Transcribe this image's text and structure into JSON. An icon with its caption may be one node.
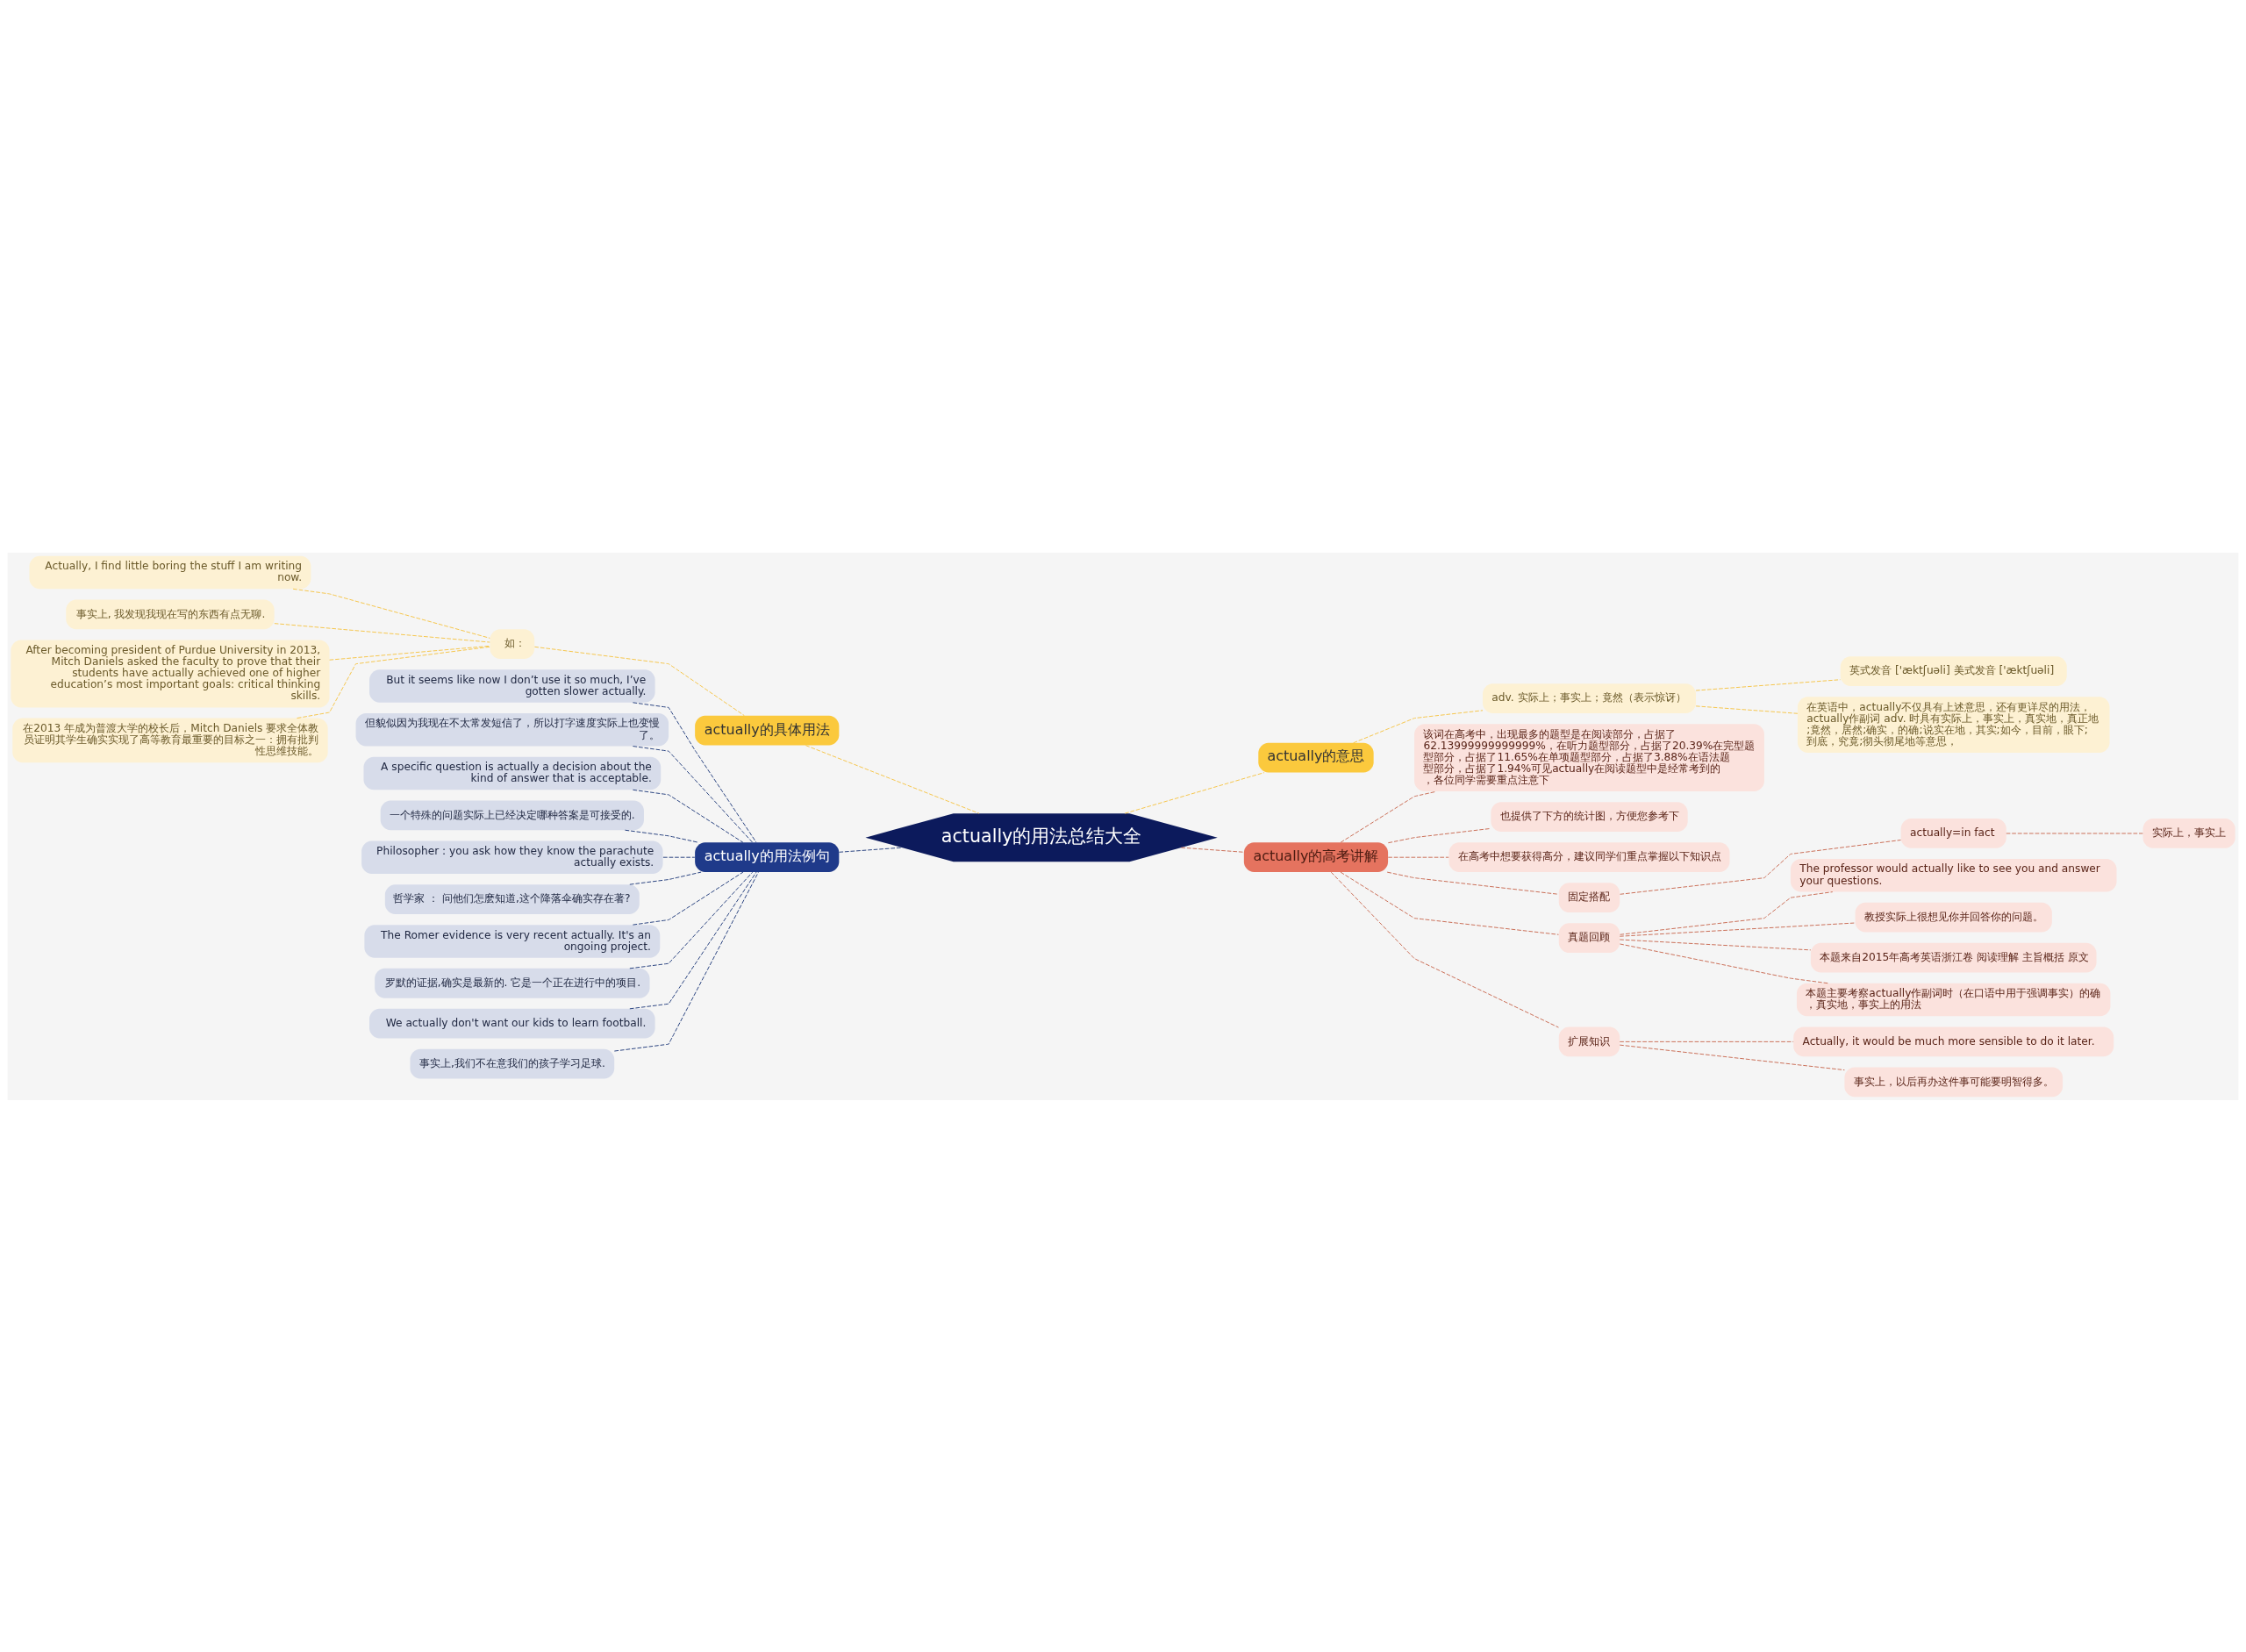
{
  "diagram": {
    "nodes": [
      {
        "text": [
          "actually的用法总结大全"
        ]
      },
      {
        "text": [
          "actually的具体用法"
        ]
      },
      {
        "text": [
          "如："
        ]
      },
      {
        "text": [
          "Actually, I find little boring the stuff I am writing now."
        ]
      },
      {
        "text": [
          "事实上, 我发现我现在写的东西有点无聊."
        ]
      },
      {
        "text": [
          "After becoming president of Purdue University in 2013, Mitch Daniels asked the faculty to prove that their students have actually achieved one of higher education’s most important goals: critical thinking skills."
        ]
      },
      {
        "text": [
          "在2013 年成为普渡大学的校长后，Mitch Daniels 要求全体教员证明其学生确实实现了高等教育最重要的目标之一：拥有批判性思维技能。"
        ]
      },
      {
        "text": [
          "actually的用法例句"
        ]
      },
      {
        "text": [
          "But it seems like now I don’t use it so much, I’ve gotten slower actually."
        ]
      },
      {
        "text": [
          "但貌似因为我现在不太常发短信了，所以打字速度实际上也变慢了。"
        ]
      },
      {
        "text": [
          "A specific question is actually a decision about the kind of answer that is acceptable."
        ]
      },
      {
        "text": [
          "一个特殊的问题实际上已经决定哪种答案是可接受的."
        ]
      },
      {
        "text": [
          "Philosopher : you ask how they know the parachute actually exists."
        ]
      },
      {
        "text": [
          "哲学家 ： 问他们怎麽知道,这个降落伞确实存在著?"
        ]
      },
      {
        "text": [
          "The Romer evidence is very recent actually. It's an ongoing project."
        ]
      },
      {
        "text": [
          "罗默的证据,确实是最新的. 它是一个正在进行中的项目."
        ]
      },
      {
        "text": [
          "We actually don't want our kids to learn football."
        ]
      },
      {
        "text": [
          "事实上,我们不在意我们的孩子学习足球."
        ]
      },
      {
        "text": [
          "actually的意思"
        ]
      },
      {
        "text": [
          "adv. 实际上；事实上；竟然（表示惊讶）"
        ]
      },
      {
        "text": [
          "英式发音 ['æktʃuəli] 美式发音 ['æktʃuəli]"
        ]
      },
      {
        "text": [
          "在英语中，actually不仅具有上述意思，还有更详尽的用法，actually作副词 adv. 时具有实际上，事实上，真实地，真正地;竟然，居然;确实，的确;说实在地，其实;如今，目前，眼下;到底，究竟;彻头彻尾地等意思，"
        ]
      },
      {
        "text": [
          "actually的高考讲解"
        ]
      },
      {
        "text": [
          "该词在高考中，出现最多的题型是在阅读部分，占据了62.13999999999999%，在听力题型部分，占据了20.39%在完型题型部分，占据了11.65%在单项题型部分，占据了3.88%在语法题型部分，占据了1.94%可见actually在阅读题型中是经常考到的，各位同学需要重点注意下"
        ]
      },
      {
        "text": [
          "也提供了下方的统计图，方便您参考下"
        ]
      },
      {
        "text": [
          "在高考中想要获得高分，建议同学们重点掌握以下知识点"
        ]
      },
      {
        "text": [
          "固定搭配"
        ]
      },
      {
        "text": [
          "actually=in fact"
        ]
      },
      {
        "text": [
          "实际上，事实上"
        ]
      },
      {
        "text": [
          "真题回顾"
        ]
      },
      {
        "text": [
          "The professor would actually like to see you and answer your questions."
        ]
      },
      {
        "text": [
          "教授实际上很想见你并回答你的问题。"
        ]
      },
      {
        "text": [
          "本题来自2015年高考英语浙江卷 阅读理解 主旨概括 原文"
        ]
      },
      {
        "text": [
          "本题主要考察actually作副词时（在口语中用于强调事实）的确，真实地，事实上的用法"
        ]
      },
      {
        "text": [
          "扩展知识"
        ]
      },
      {
        "text": [
          "Actually, it would be much more sensible to do it later."
        ]
      },
      {
        "text": [
          "事实上，以后再办这件事可能要明智得多。"
        ]
      }
    ],
    "edges": [
      {
        "from": 0,
        "to": 1,
        "arrow": "none",
        "style": "dashed",
        "color": "#f5c343"
      },
      {
        "from": 1,
        "to": 2,
        "arrow": "none",
        "style": "dashed",
        "color": "#f5c343"
      },
      {
        "from": 2,
        "to": 3,
        "arrow": "none",
        "style": "dashed",
        "color": "#f5c343"
      },
      {
        "from": 2,
        "to": 4,
        "arrow": "none",
        "style": "dashed",
        "color": "#f5c343"
      },
      {
        "from": 2,
        "to": 5,
        "arrow": "none",
        "style": "dashed",
        "color": "#f5c343"
      },
      {
        "from": 2,
        "to": 6,
        "arrow": "none",
        "style": "dashed",
        "color": "#f5c343"
      },
      {
        "from": 0,
        "to": 7,
        "arrow": "none",
        "style": "dashed",
        "color": "#1f3a7a"
      },
      {
        "from": 7,
        "to": 8,
        "arrow": "none",
        "style": "dashed",
        "color": "#1f3a7a"
      },
      {
        "from": 7,
        "to": 9,
        "arrow": "none",
        "style": "dashed",
        "color": "#1f3a7a"
      },
      {
        "from": 7,
        "to": 10,
        "arrow": "none",
        "style": "dashed",
        "color": "#1f3a7a"
      },
      {
        "from": 7,
        "to": 11,
        "arrow": "none",
        "style": "dashed",
        "color": "#1f3a7a"
      },
      {
        "from": 7,
        "to": 12,
        "arrow": "none",
        "style": "dashed",
        "color": "#1f3a7a"
      },
      {
        "from": 7,
        "to": 13,
        "arrow": "none",
        "style": "dashed",
        "color": "#1f3a7a"
      },
      {
        "from": 7,
        "to": 14,
        "arrow": "none",
        "style": "dashed",
        "color": "#1f3a7a"
      },
      {
        "from": 7,
        "to": 15,
        "arrow": "none",
        "style": "dashed",
        "color": "#1f3a7a"
      },
      {
        "from": 7,
        "to": 16,
        "arrow": "none",
        "style": "dashed",
        "color": "#1f3a7a"
      },
      {
        "from": 7,
        "to": 17,
        "arrow": "none",
        "style": "dashed",
        "color": "#1f3a7a"
      },
      {
        "from": 0,
        "to": 18,
        "arrow": "none",
        "style": "dashed",
        "color": "#f5c343"
      },
      {
        "from": 18,
        "to": 19,
        "arrow": "none",
        "style": "dashed",
        "color": "#f5c343"
      },
      {
        "from": 19,
        "to": 20,
        "arrow": "none",
        "style": "dashed",
        "color": "#f5c343"
      },
      {
        "from": 19,
        "to": 21,
        "arrow": "none",
        "style": "dashed",
        "color": "#f5c343"
      },
      {
        "from": 0,
        "to": 22,
        "arrow": "none",
        "style": "dashed",
        "color": "#c8684f"
      },
      {
        "from": 22,
        "to": 23,
        "arrow": "none",
        "style": "dashed",
        "color": "#c8684f"
      },
      {
        "from": 22,
        "to": 24,
        "arrow": "none",
        "style": "dashed",
        "color": "#c8684f"
      },
      {
        "from": 22,
        "to": 25,
        "arrow": "none",
        "style": "dashed",
        "color": "#c8684f"
      },
      {
        "from": 22,
        "to": 26,
        "arrow": "none",
        "style": "dashed",
        "color": "#c8684f"
      },
      {
        "from": 26,
        "to": 27,
        "arrow": "none",
        "style": "dashed",
        "color": "#c8684f"
      },
      {
        "from": 27,
        "to": 28,
        "arrow": "none",
        "style": "dashed",
        "color": "#c8684f"
      },
      {
        "from": 22,
        "to": 29,
        "arrow": "none",
        "style": "dashed",
        "color": "#c8684f"
      },
      {
        "from": 29,
        "to": 30,
        "arrow": "none",
        "style": "dashed",
        "color": "#c8684f"
      },
      {
        "from": 29,
        "to": 31,
        "arrow": "none",
        "style": "dashed",
        "color": "#c8684f"
      },
      {
        "from": 29,
        "to": 32,
        "arrow": "none",
        "style": "dashed",
        "color": "#c8684f"
      },
      {
        "from": 29,
        "to": 33,
        "arrow": "none",
        "style": "dashed",
        "color": "#c8684f"
      },
      {
        "from": 22,
        "to": 34,
        "arrow": "none",
        "style": "dashed",
        "color": "#c8684f"
      },
      {
        "from": 34,
        "to": 35,
        "arrow": "none",
        "style": "dashed",
        "color": "#c8684f"
      },
      {
        "from": 34,
        "to": 36,
        "arrow": "none",
        "style": "dashed",
        "color": "#c8684f"
      }
    ]
  }
}
